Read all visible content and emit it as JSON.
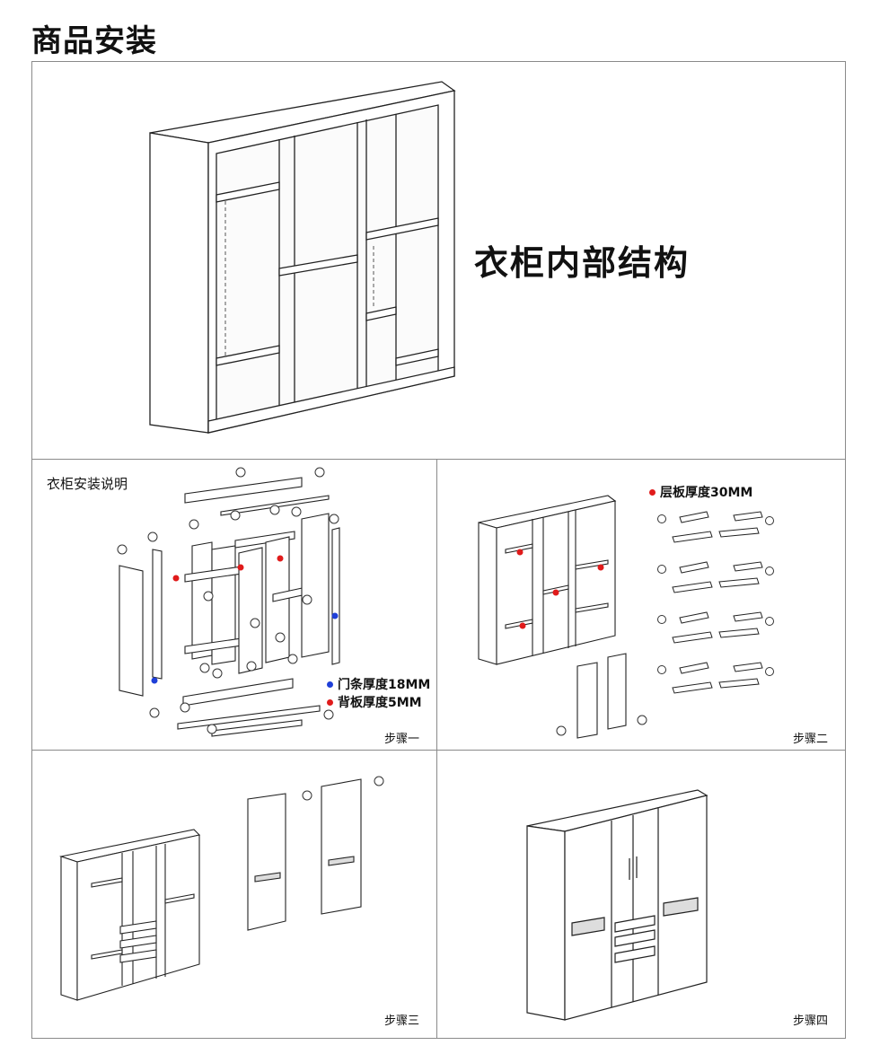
{
  "title": "商品安装",
  "section_structure": {
    "caption": "衣柜内部结构"
  },
  "step1": {
    "heading": "衣柜安装说明",
    "legend": [
      {
        "text": "门条厚度18MM",
        "color": "#1f3fd8"
      },
      {
        "text": "背板厚度5MM",
        "color": "#e01b1b"
      }
    ],
    "label": "步骤一"
  },
  "step2": {
    "legend": [
      {
        "text": "层板厚度30MM",
        "color": "#e01b1b"
      }
    ],
    "label": "步骤二"
  },
  "step3": {
    "label": "步骤三"
  },
  "step4": {
    "label": "步骤四"
  }
}
